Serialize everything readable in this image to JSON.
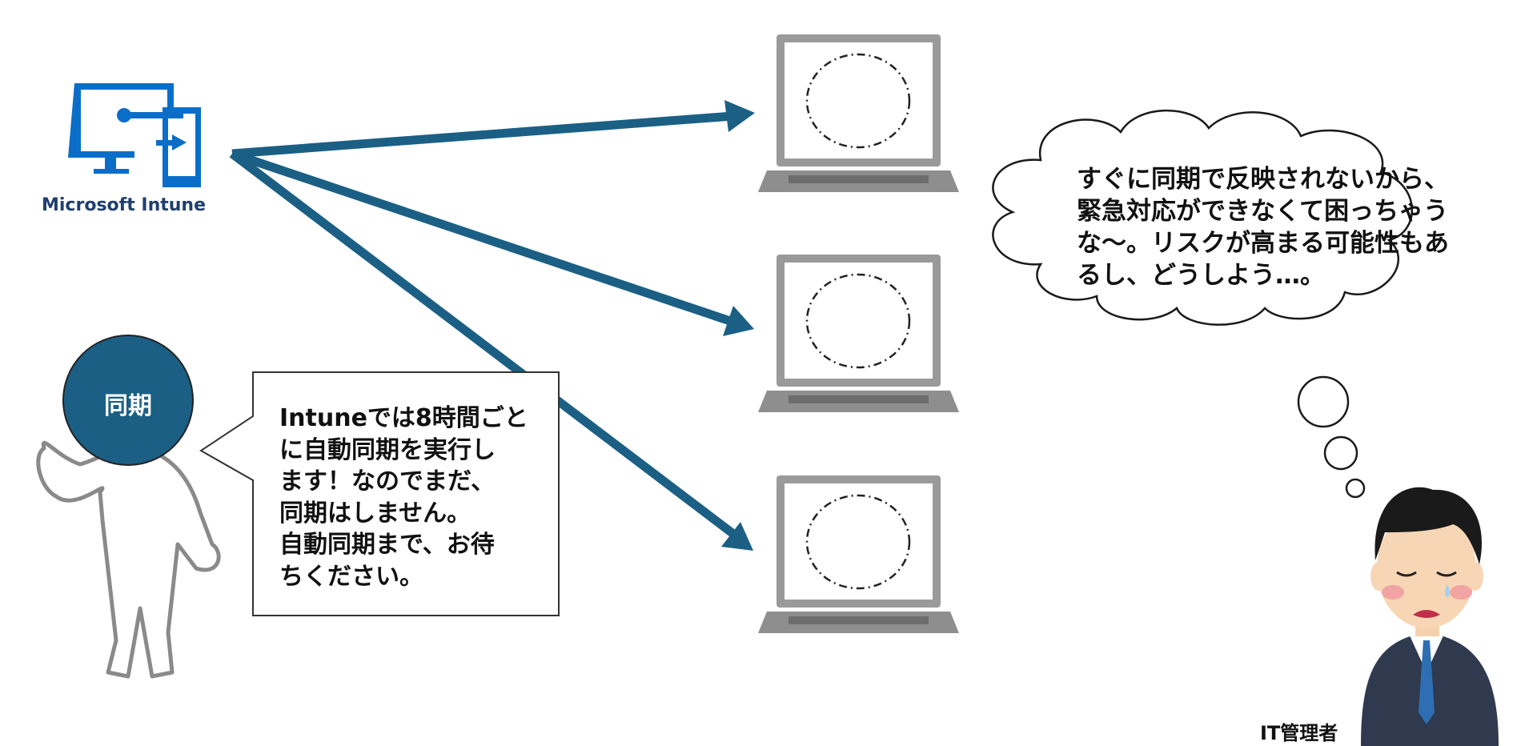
{
  "intune": {
    "label": "Microsoft Intune",
    "icon": "intune-device-sync-icon",
    "color": "#0a6ec8"
  },
  "sync_person": {
    "head_label": "同期",
    "head_color": "#1b5f84"
  },
  "speech_bubble": {
    "lines": [
      "Intuneでは8時間ごと",
      "に自動同期を実行し",
      "ます！なのでまだ、",
      "同期はしません。",
      "自動同期まで、お待",
      "ちください。"
    ]
  },
  "thought_bubble": {
    "lines": [
      "すぐに同期で反映されないから、",
      "緊急対応ができなくて困っちゃう",
      "な～。リスクが高まる可能性もあ",
      "るし、どうしよう…。"
    ]
  },
  "admin": {
    "label": "IT管理者"
  },
  "arrow_color": "#1b5f84",
  "laptop_count": 3
}
